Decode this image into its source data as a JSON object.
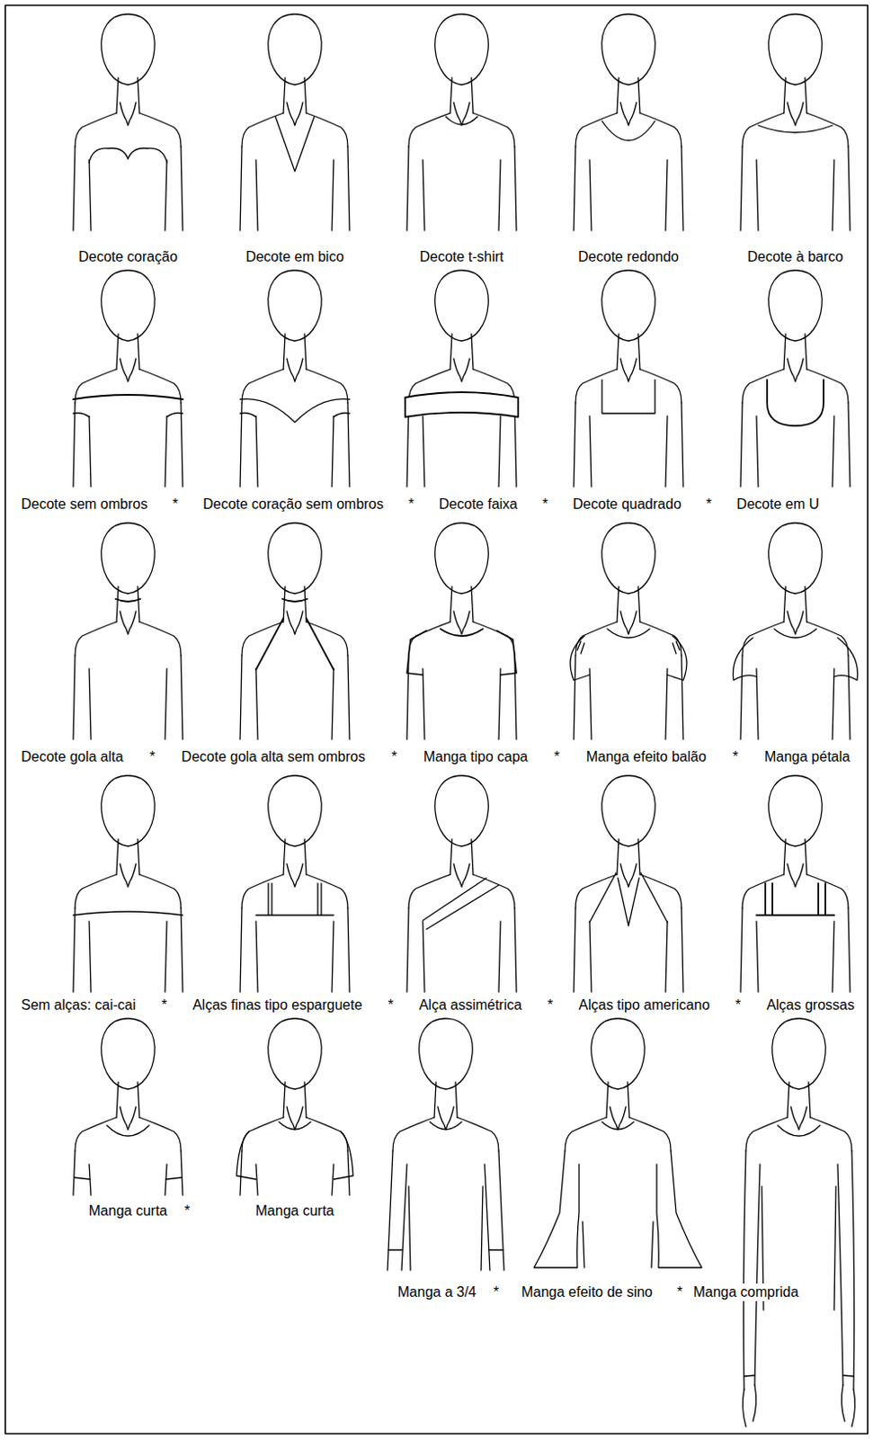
{
  "diagram": {
    "labels": [
      "Decote coração",
      "Decote em bico",
      "Decote t-shirt",
      "Decote redondo",
      "Decote à barco",
      "Decote sem ombros",
      "*",
      "Decote coração sem ombros",
      "*",
      "Decote faixa",
      "*",
      "Decote quadrado",
      "*",
      "Decote em U",
      "Decote gola alta",
      "*",
      "Decote gola alta sem ombros",
      "*",
      "Manga tipo capa",
      "*",
      "Manga efeito balão",
      "*",
      "Manga pétala",
      "Sem alças: cai-cai",
      "*",
      "Alças finas tipo esparguete",
      "*",
      "Alça assimétrica",
      "*",
      "Alças tipo americano",
      "*",
      "Alças grossas",
      "Manga curta",
      "*",
      "Manga curta",
      "Manga a 3/4",
      "*",
      "Manga efeito de sino",
      "*",
      "Manga comprida"
    ]
  }
}
